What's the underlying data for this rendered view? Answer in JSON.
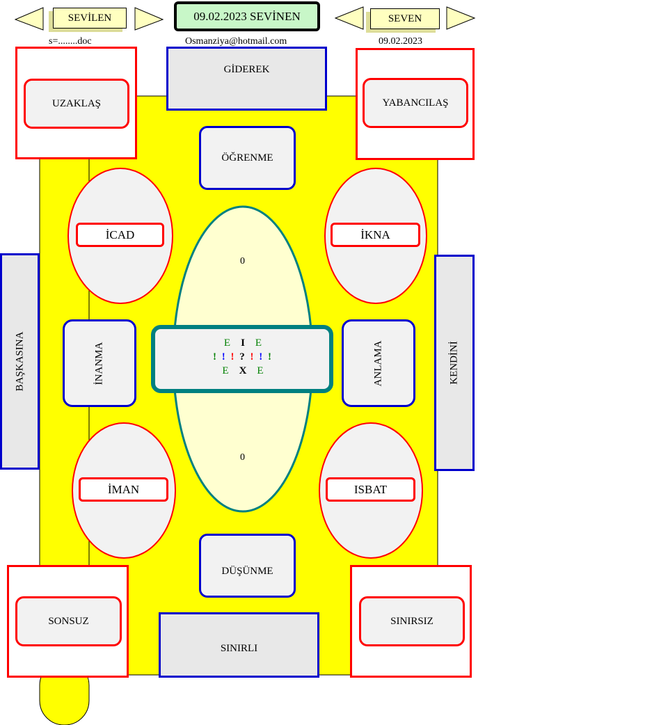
{
  "header": {
    "left_banner": "SEVİLEN",
    "center_title": "09.02.2023 SEVİNEN",
    "right_banner": "SEVEN",
    "left_sub": "s=........doc",
    "center_sub": "Osmanziya@hotmail.com",
    "right_sub": "09.02.2023"
  },
  "boxes": {
    "giderek": "GİDEREK",
    "uzaklas": "UZAKLAŞ",
    "yabancilas": "YABANCILAŞ",
    "ogrenme": "ÖĞRENME",
    "icad": "İCAD",
    "ikna": "İKNA",
    "baskasina": "BAŞKASINA",
    "kendini": "KENDİNİ",
    "inanma": "İNANMA",
    "anlama": "ANLAMA",
    "iman": "İMAN",
    "isbat": "ISBAT",
    "dusunme": "DÜŞÜNME",
    "sonsuz": "SONSUZ",
    "sinirsiz": "SINIRSIZ",
    "sinirli": "SINIRLI"
  },
  "center": {
    "top_zero": "0",
    "bottom_zero": "0",
    "row1": [
      "E",
      "I",
      "E"
    ],
    "row2": [
      "!",
      "!",
      "!",
      "?",
      "!",
      "!",
      "!"
    ],
    "row3": [
      "E",
      "X",
      "E"
    ]
  },
  "colors": {
    "yellow": "#ffff00",
    "banner": "#ffffc0",
    "title_bg": "#c8f7c8",
    "red": "#ff0000",
    "blue": "#0000cc",
    "teal": "#008080",
    "grey_fill": "#e8e8e8",
    "pale_yellow": "#ffffd0",
    "green": "#008000",
    "red_mark": "#ff0000",
    "blue_mark": "#0000ff"
  }
}
